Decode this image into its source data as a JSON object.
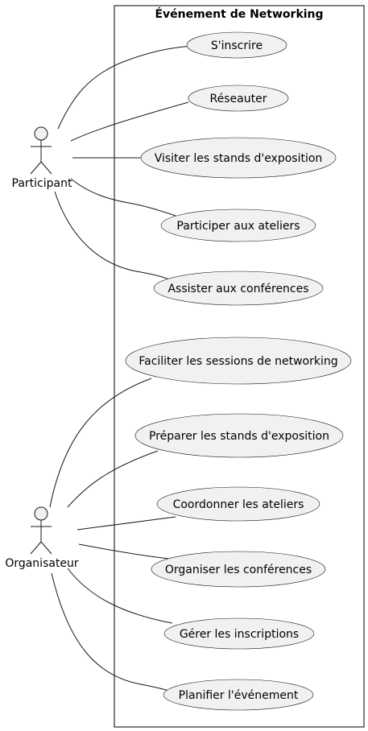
{
  "system": {
    "title": "Événement de Networking"
  },
  "actors": {
    "participant": "Participant",
    "organisateur": "Organisateur"
  },
  "use_cases": {
    "inscrire": "S'inscrire",
    "reseauter": "Réseauter",
    "visiter_stands": "Visiter les stands d'exposition",
    "participer_ateliers": "Participer aux ateliers",
    "assister_conferences": "Assister aux conférences",
    "faciliter_networking": "Faciliter les sessions de networking",
    "preparer_stands": "Préparer les stands d'exposition",
    "coordonner_ateliers": "Coordonner les ateliers",
    "organiser_conferences": "Organiser les conférences",
    "gerer_inscriptions": "Gérer les inscriptions",
    "planifier_evenement": "Planifier l'événement"
  },
  "colors": {
    "ellipse_fill": "#f1f1f1",
    "stroke": "#181818",
    "background": "#ffffff"
  }
}
